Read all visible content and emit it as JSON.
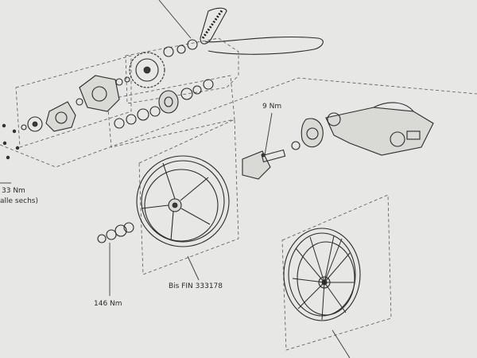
{
  "labels": {
    "torque_9": "9 Nm",
    "torque_33": "33 Nm",
    "allen": "alle sechs)",
    "torque_146": "146 Nm",
    "fin": "Bis FIN 333178"
  },
  "colors": {
    "paper": "#e7e7e5",
    "ink": "#2b2b2b"
  }
}
